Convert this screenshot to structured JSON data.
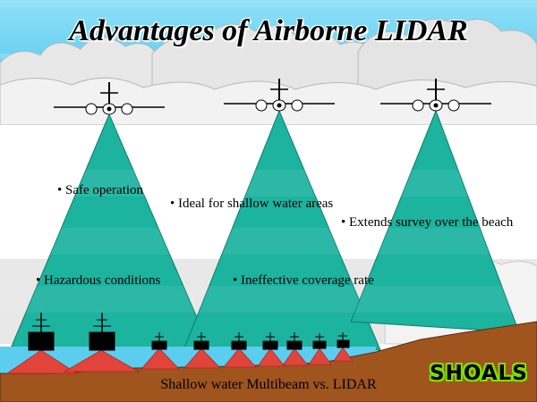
{
  "title": "Advantages of Airborne LIDAR",
  "bullets": {
    "safe_operation": "• Safe operation",
    "ideal_shallow": "• Ideal for shallow water areas",
    "extends_survey": "• Extends survey over the beach",
    "hazardous": "• Hazardous conditions",
    "ineffective": "• Ineffective coverage rate"
  },
  "caption": "Shallow water Multibeam vs. LIDAR",
  "logo_text": "SHOALS",
  "colors": {
    "sky": "#6fd3f2",
    "cloud": "#dcdcdc",
    "lidar_beam": "#18b3a0",
    "water": "#5ccdee",
    "seabed": "#a0541e",
    "multibeam_swath": "#e0443a",
    "logo_accent": "#7fe000"
  },
  "airplanes": 3,
  "boats": {
    "large": 2,
    "small": 7
  }
}
